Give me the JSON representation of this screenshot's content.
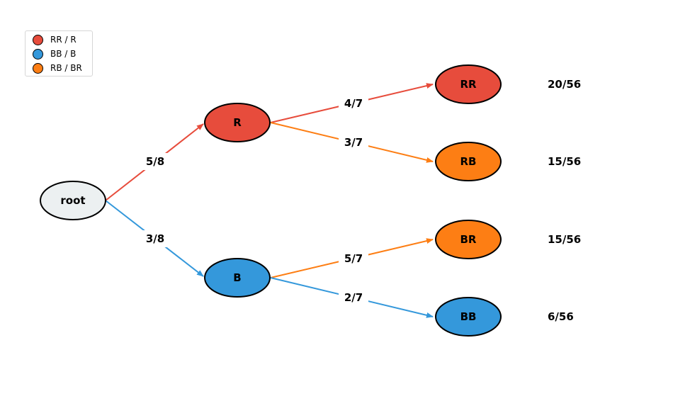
{
  "colors": {
    "red": "#e74c3c",
    "blue": "#3498db",
    "orange": "#fd7e14",
    "root_fill": "#ecf0f1",
    "outline": "#000000"
  },
  "legend": [
    {
      "label": "RR / R",
      "color": "#e74c3c"
    },
    {
      "label": "BB / B",
      "color": "#3498db"
    },
    {
      "label": "RB / BR",
      "color": "#fd7e14"
    }
  ],
  "nodes": {
    "root": "root",
    "R": "R",
    "B": "B",
    "RR": "RR",
    "RB": "RB",
    "BR": "BR",
    "BB": "BB"
  },
  "edges": {
    "root_R": "5/8",
    "root_B": "3/8",
    "R_RR": "4/7",
    "R_RB": "3/7",
    "B_BR": "5/7",
    "B_BB": "2/7"
  },
  "results": {
    "RR": "20/56",
    "RB": "15/56",
    "BR": "15/56",
    "BB": "6/56"
  }
}
